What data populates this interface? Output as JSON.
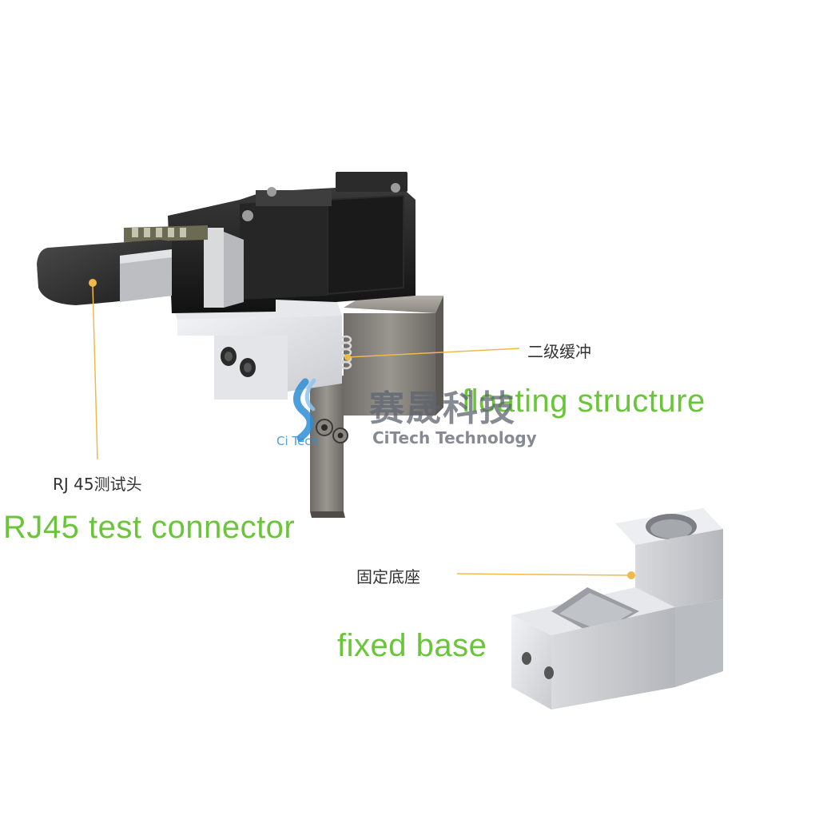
{
  "labels": {
    "floating_cn": "二级缓冲",
    "floating_en": "floating structure",
    "rj45_cn": "RJ 45测试头",
    "rj45_en": "RJ45 test connector",
    "base_cn": "固定底座",
    "base_en": "fixed base"
  },
  "watermark": {
    "brand_cn": "赛晟科技",
    "brand_en": "CiTech Technology",
    "logo_text": "Ci Tech"
  },
  "colors": {
    "label_green": "#6ac53a",
    "leader_line": "#f0b94a",
    "watermark": "#5d6470",
    "logo_blue": "#2e8fd6"
  }
}
